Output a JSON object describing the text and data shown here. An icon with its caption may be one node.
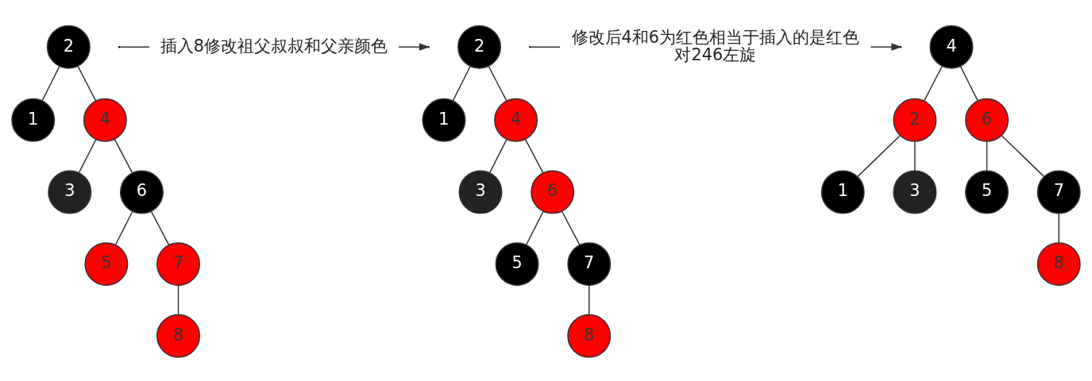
{
  "diagram": {
    "nodes": [
      {
        "text": [
          "2"
        ]
      },
      {
        "text": [
          "1"
        ]
      },
      {
        "text": [
          "4"
        ]
      },
      {
        "text": [
          "3"
        ]
      },
      {
        "text": [
          "6"
        ]
      },
      {
        "text": [
          "5"
        ]
      },
      {
        "text": [
          "7"
        ]
      },
      {
        "text": [
          "8"
        ]
      },
      {
        "text": [
          "插入8修改祖父叔叔和父亲颜色"
        ]
      },
      {
        "text": [
          "2"
        ]
      },
      {
        "text": [
          "1"
        ]
      },
      {
        "text": [
          "4"
        ]
      },
      {
        "text": [
          "3"
        ]
      },
      {
        "text": [
          "6"
        ]
      },
      {
        "text": [
          "5"
        ]
      },
      {
        "text": [
          "7"
        ]
      },
      {
        "text": [
          "8"
        ]
      },
      {
        "text": [
          "修改后4和6为红色相当于插入的是红色",
          "对246左旋"
        ]
      },
      {
        "text": [
          "4"
        ]
      },
      {
        "text": [
          "2"
        ]
      },
      {
        "text": [
          "6"
        ]
      },
      {
        "text": [
          "1"
        ]
      },
      {
        "text": [
          "3"
        ]
      },
      {
        "text": [
          "5"
        ]
      },
      {
        "text": [
          "7"
        ]
      },
      {
        "text": [
          "8"
        ]
      }
    ],
    "edges": [
      {
        "from": 0,
        "to": 1,
        "arrow": "none"
      },
      {
        "from": 0,
        "to": 2,
        "arrow": "none"
      },
      {
        "from": 2,
        "to": 3,
        "arrow": "none"
      },
      {
        "from": 2,
        "to": 4,
        "arrow": "none"
      },
      {
        "from": 4,
        "to": 5,
        "arrow": "none"
      },
      {
        "from": 4,
        "to": 6,
        "arrow": "none"
      },
      {
        "from": 6,
        "to": 7,
        "arrow": "none"
      },
      {
        "from": null,
        "to": 8,
        "arrow": "none"
      },
      {
        "from": 8,
        "to": null,
        "arrow": "to"
      },
      {
        "from": 9,
        "to": 10,
        "arrow": "none"
      },
      {
        "from": 9,
        "to": 11,
        "arrow": "none"
      },
      {
        "from": 11,
        "to": 12,
        "arrow": "none"
      },
      {
        "from": 11,
        "to": 13,
        "arrow": "none"
      },
      {
        "from": 13,
        "to": 14,
        "arrow": "none"
      },
      {
        "from": 13,
        "to": 15,
        "arrow": "none"
      },
      {
        "from": 15,
        "to": 16,
        "arrow": "none"
      },
      {
        "from": null,
        "to": 17,
        "arrow": "none"
      },
      {
        "from": 17,
        "to": null,
        "arrow": "to"
      },
      {
        "from": 18,
        "to": 19,
        "arrow": "none"
      },
      {
        "from": 18,
        "to": 20,
        "arrow": "none"
      },
      {
        "from": 19,
        "to": 21,
        "arrow": "none"
      },
      {
        "from": 19,
        "to": 22,
        "arrow": "none"
      },
      {
        "from": 20,
        "to": 23,
        "arrow": "none"
      },
      {
        "from": 20,
        "to": 24,
        "arrow": "none"
      },
      {
        "from": 24,
        "to": 25,
        "arrow": "none"
      }
    ]
  }
}
